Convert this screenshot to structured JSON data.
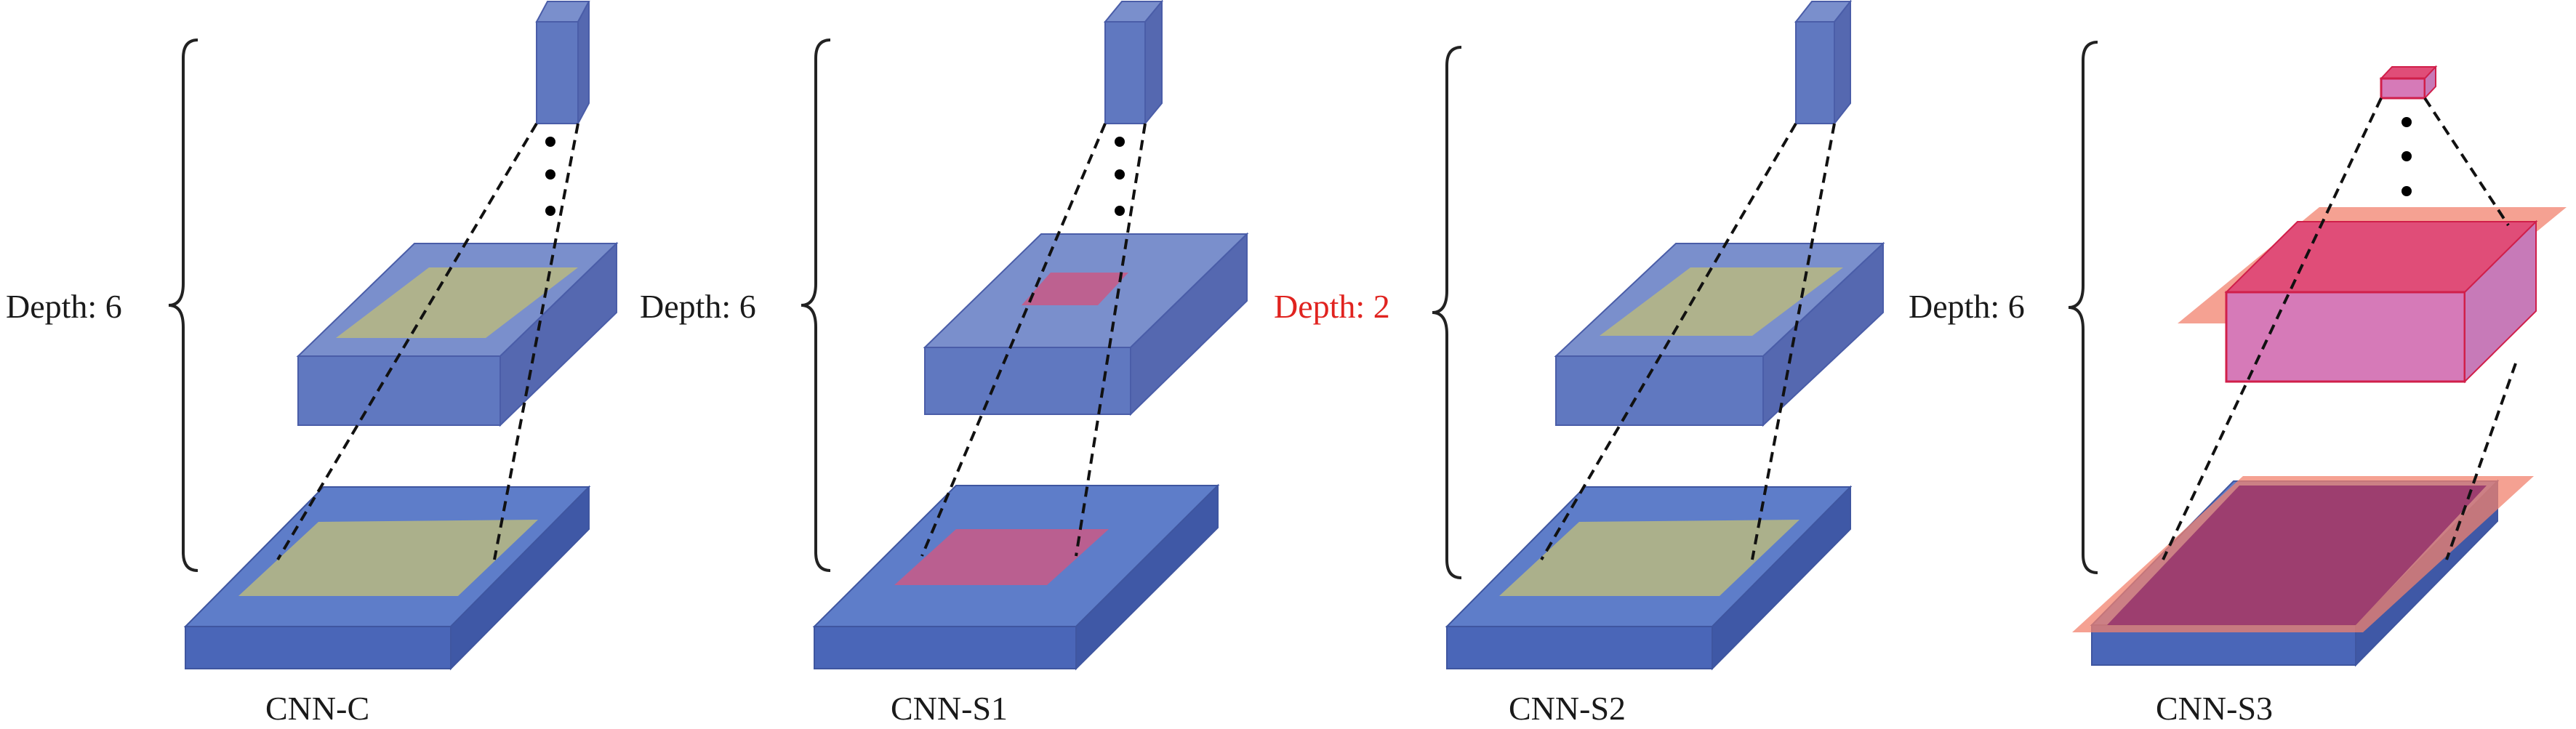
{
  "panels": [
    {
      "caption": "CNN-C",
      "depth_label": "Depth: 6",
      "depth_highlight": false,
      "filter_color": "yellow"
    },
    {
      "caption": "CNN-S1",
      "depth_label": "Depth: 6",
      "depth_highlight": false,
      "filter_color": "red"
    },
    {
      "caption": "CNN-S2",
      "depth_label": "Depth: 2",
      "depth_highlight": true,
      "filter_color": "yellow"
    },
    {
      "caption": "CNN-S3",
      "depth_label": "Depth: 6",
      "depth_highlight": false,
      "filter_color": "pink"
    }
  ],
  "colors": {
    "layer_blue": "#6078c0",
    "filter_yellow": "#b8b880",
    "filter_red": "#c45c8a",
    "filter_pink": "#e04d78",
    "highlight_text": "#e0231f"
  }
}
